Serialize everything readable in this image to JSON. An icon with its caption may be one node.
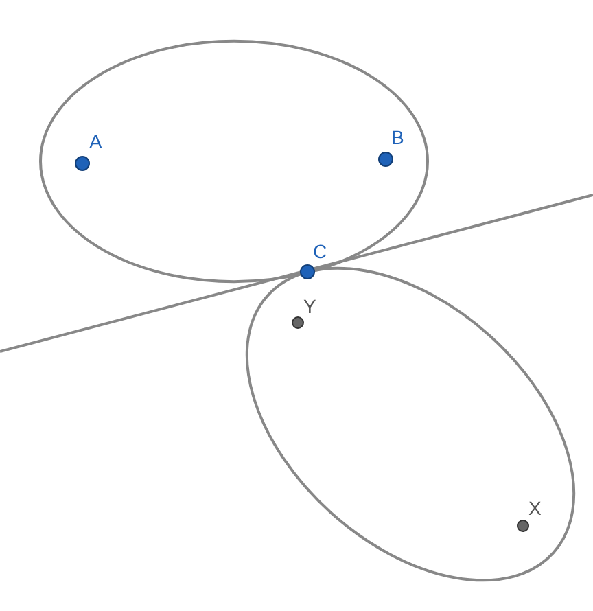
{
  "diagram": {
    "labels": [
      "A",
      "B",
      "C",
      "Y",
      "X"
    ]
  }
}
